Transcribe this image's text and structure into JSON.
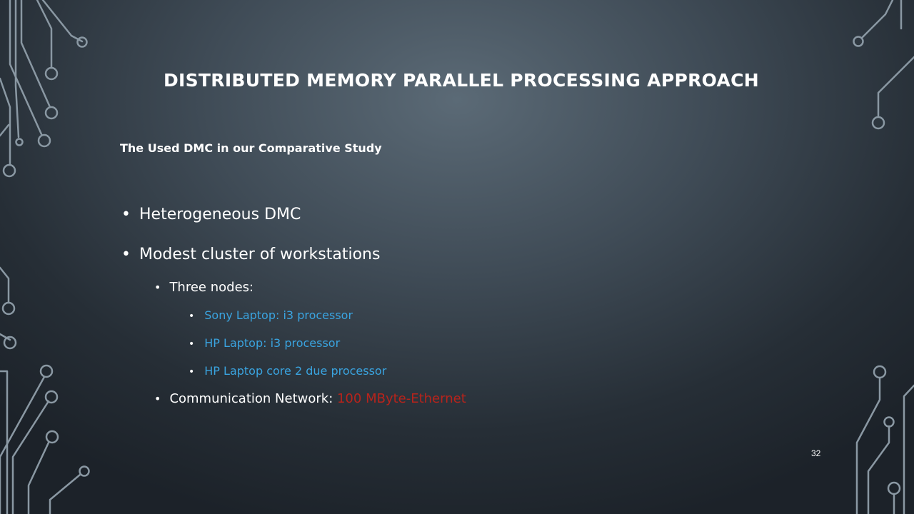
{
  "slide": {
    "title": "DISTRIBUTED MEMORY PARALLEL PROCESSING  APPROACH",
    "subtitle": "The Used DMC in our Comparative Study",
    "bullets": [
      {
        "text": "Heterogeneous DMC"
      },
      {
        "text": "Modest cluster of workstations"
      },
      {
        "text": "Three nodes:"
      },
      {
        "text": "Sony Laptop: i3 processor"
      },
      {
        "text": "HP Laptop: i3 processor"
      },
      {
        "text": "HP Laptop core 2 due processor"
      },
      {
        "text": "Communication Network: ",
        "highlight": "100 MByte-Ethernet"
      }
    ],
    "bullet_glyph": "•",
    "page_number": "32"
  },
  "colors": {
    "title": "#ffffff",
    "level3_text": "#3aa4e0",
    "highlight": "#b8231b",
    "circuit_lines": "#8a98a3"
  },
  "decoration": {
    "icon": "circuit-trace-decoration"
  }
}
